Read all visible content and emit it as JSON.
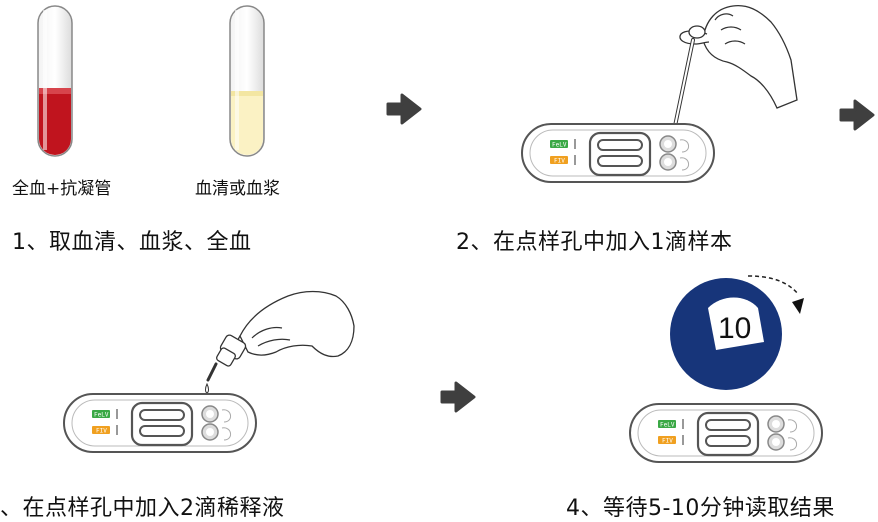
{
  "tubes": {
    "left_label": "全血+抗凝管",
    "right_label": "血清或血浆"
  },
  "steps": [
    {
      "text": "1、取血清、血浆、全血"
    },
    {
      "text": "2、在点样孔中加入1滴样本"
    },
    {
      "text": "、在点样孔中加入2滴稀释液"
    },
    {
      "text": "4、等待5-10分钟读取结果"
    }
  ],
  "test_kit": {
    "felv_label": "FeLV",
    "fiv_label": "FIV"
  },
  "timer": {
    "number": "10"
  },
  "colors": {
    "blood": "#c0141e",
    "serum": "#fbf2c4",
    "arrow": "#3f3f3f",
    "felv_green": "#3aa845",
    "fiv_orange": "#f0a020",
    "timer_blue": "#17357a"
  }
}
